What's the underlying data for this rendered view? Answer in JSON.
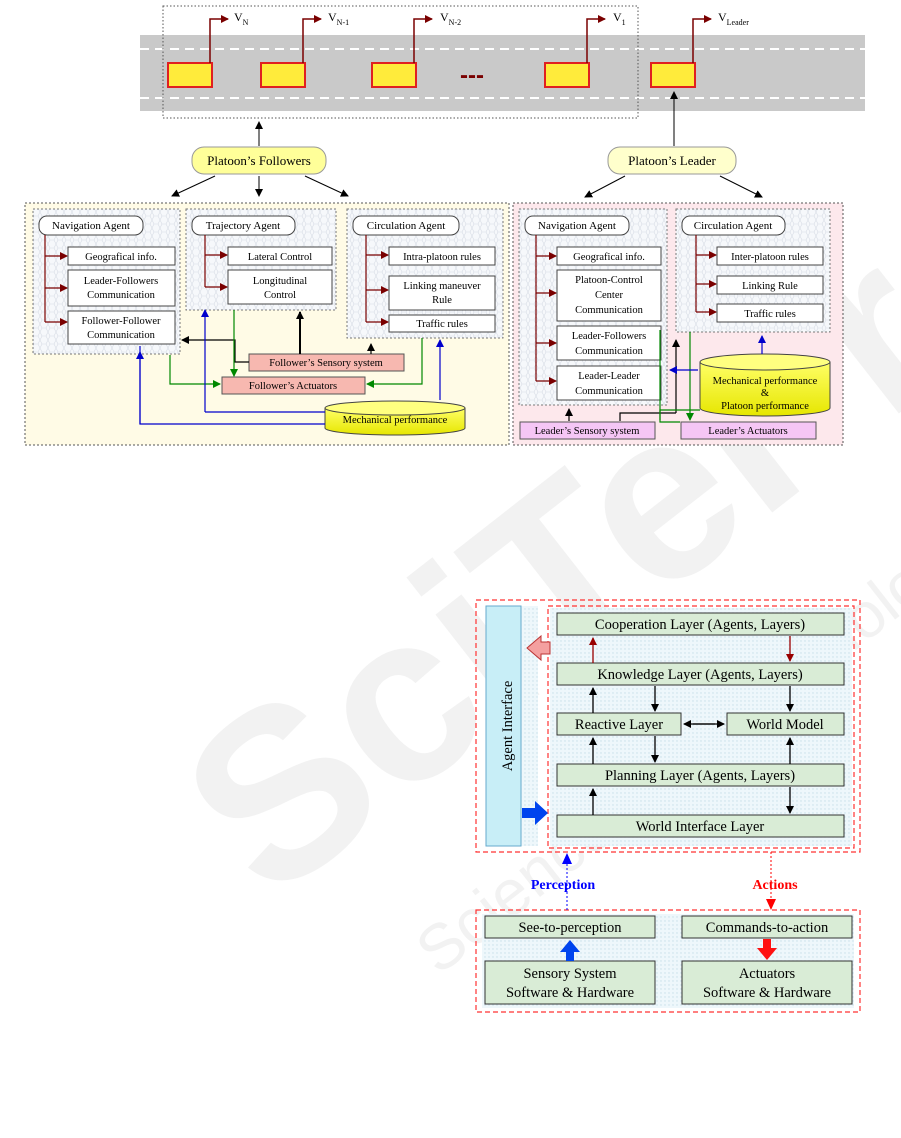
{
  "figure1": {
    "velocities": [
      "V",
      "V",
      "V",
      "V",
      "V"
    ],
    "velocity_subs": [
      "N",
      "N-1",
      "N-2",
      "1",
      "Leader"
    ],
    "ellipsis": "---",
    "followers_title": "Platoon’s Followers",
    "leader_title": "Platoon’s Leader",
    "followers": {
      "navigation": {
        "title": "Navigation Agent",
        "items": [
          "Geografical info.",
          "Leader-Followers",
          "Communication",
          "Follower-Follower",
          "Communication"
        ]
      },
      "trajectory": {
        "title": "Trajectory Agent",
        "items": [
          "Lateral Control",
          "Longitudinal",
          "Control"
        ]
      },
      "circulation": {
        "title": "Circulation Agent",
        "items": [
          "Intra-platoon rules",
          "Linking maneuver",
          "Rule",
          "Traffic rules"
        ]
      },
      "sensory": "Follower’s Sensory system",
      "actuators": "Follower’s Actuators",
      "mechanical": "Mechanical performance"
    },
    "leader": {
      "navigation": {
        "title": "Navigation Agent",
        "items": [
          "Geografical info.",
          "Platoon-Control",
          "Center",
          "Communication",
          "Leader-Followers",
          "Communication",
          "Leader-Leader",
          "Communication"
        ]
      },
      "circulation": {
        "title": "Circulation Agent",
        "items": [
          "Inter-platoon rules",
          "Linking Rule",
          "Traffic rules"
        ]
      },
      "mechanical": [
        "Mechanical performance",
        "&",
        "Platoon performance"
      ],
      "sensory": "Leader’s Sensory system",
      "actuators": "Leader’s Actuators"
    }
  },
  "figure2": {
    "agent_interface": "Agent Interface",
    "layers": {
      "cooperation": "Cooperation Layer (Agents, Layers)",
      "knowledge": "Knowledge Layer (Agents, Layers)",
      "reactive": "Reactive Layer",
      "world_model": "World Model",
      "planning": "Planning Layer (Agents, Layers)",
      "world_interface": "World Interface Layer"
    },
    "perception": "Perception",
    "actions": "Actions",
    "see_to_perception": "See-to-perception",
    "commands_to_action": "Commands-to-action",
    "sensory": [
      "Sensory System",
      "Software & Hardware"
    ],
    "actuators": [
      "Actuators",
      "Software & Hardware"
    ],
    "colors": {
      "perception": "#0000ff",
      "actions": "#ff0000",
      "layer_fill": "#d9ecd6",
      "dashed": "#ff3333"
    }
  }
}
